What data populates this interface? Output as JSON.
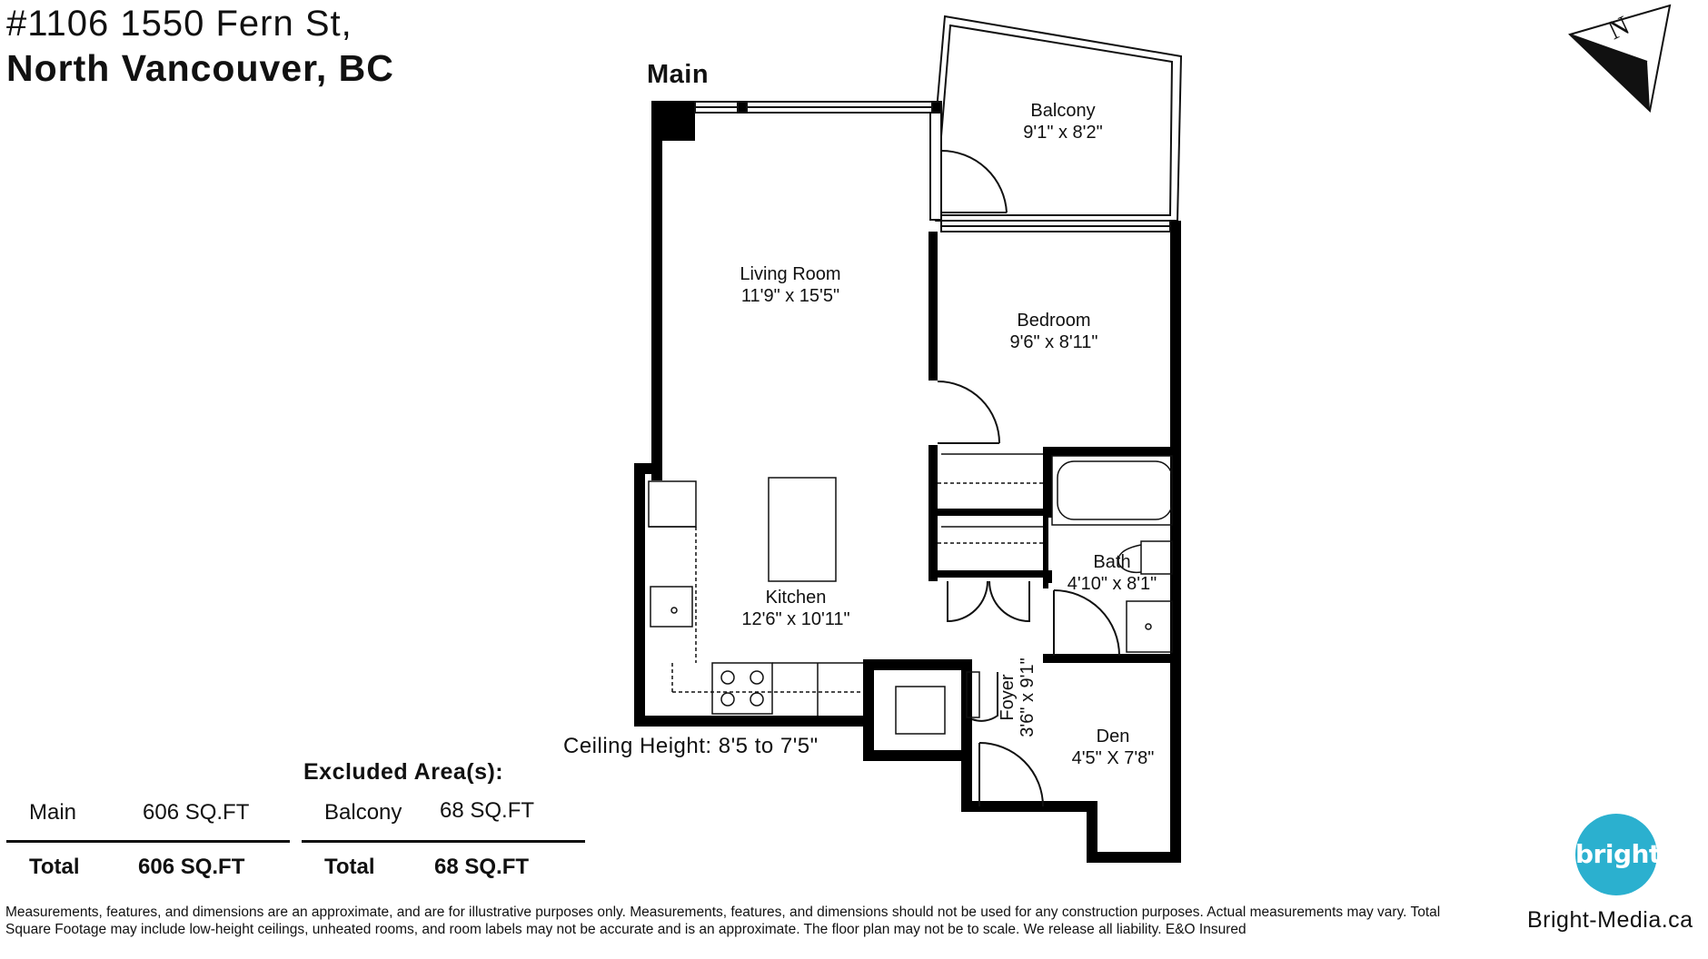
{
  "header": {
    "address_line1": "#1106 1550 Fern St,",
    "address_line2": "North Vancouver, BC"
  },
  "plan": {
    "floor_label": "Main",
    "compass_letter": "N",
    "rooms": [
      {
        "name": "Balcony",
        "size": "9'1\" x 8'2\""
      },
      {
        "name": "Living Room",
        "size": "11'9\" x 15'5\""
      },
      {
        "name": "Bedroom",
        "size": "9'6\" x 8'11\""
      },
      {
        "name": "Bath",
        "size": "4'10\" x 8'1\""
      },
      {
        "name": "Kitchen",
        "size": "12'6\" x 10'11\""
      },
      {
        "name": "Foyer",
        "size": "3'6\" x 9'1\""
      },
      {
        "name": "Den",
        "size": "4'5\" X 7'8\""
      }
    ],
    "ceiling_height": "Ceiling Height: 8'5 to 7'5\""
  },
  "areas": {
    "main": {
      "label": "Main",
      "value": "606 SQ.FT"
    },
    "main_total": {
      "label": "Total",
      "value": "606 SQ.FT"
    },
    "excluded_title": "Excluded Area(s):",
    "excluded": {
      "label": "Balcony",
      "value": "68 SQ.FT"
    },
    "excluded_total": {
      "label": "Total",
      "value": "68 SQ.FT"
    }
  },
  "footer": {
    "disclaimer": "Measurements, features, and dimensions are an approximate, and are for illustrative purposes only. Measurements, features, and dimensions should not be used for any construction purposes. Actual measurements may vary. Total Square Footage may include low-height ceilings, unheated rooms, and room labels may not be accurate and is an approximate. The floor plan may not be to scale. We release all liability. E&O Insured",
    "brand_url": "Bright-Media.ca",
    "logo_text": "bright"
  },
  "colors": {
    "wall": "#000000",
    "logo": "#2bb0cf"
  }
}
